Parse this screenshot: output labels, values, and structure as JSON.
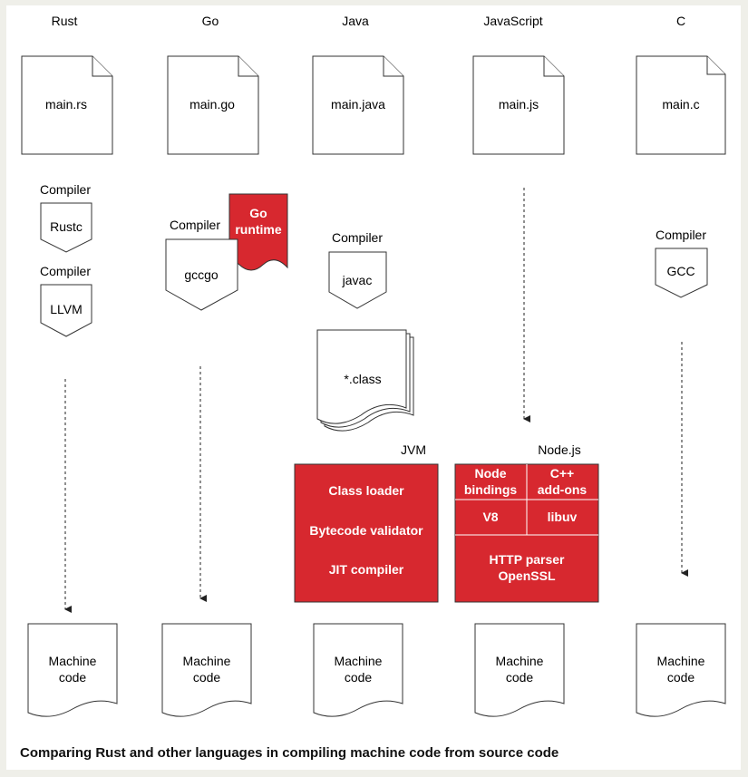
{
  "languages": {
    "rust": "Rust",
    "go": "Go",
    "java": "Java",
    "javascript": "JavaScript",
    "c": "C"
  },
  "source_files": {
    "rust": "main.rs",
    "go": "main.go",
    "java": "main.java",
    "javascript": "main.js",
    "c": "main.c"
  },
  "compiler_label": "Compiler",
  "compilers": {
    "rustc": "Rustc",
    "llvm": "LLVM",
    "gccgo": "gccgo",
    "javac": "javac",
    "gcc": "GCC"
  },
  "go_runtime": [
    "Go",
    "runtime"
  ],
  "class_files": "*.class",
  "jvm": {
    "title": "JVM",
    "components": [
      "Class loader",
      "Bytecode validator",
      "JIT compiler"
    ]
  },
  "nodejs": {
    "title": "Node.js",
    "node_bindings": [
      "Node",
      "bindings"
    ],
    "cpp_addons": [
      "C++",
      "add-ons"
    ],
    "v8": "V8",
    "libuv": "libuv",
    "http_parser": [
      "HTTP parser",
      "OpenSSL"
    ]
  },
  "machine_code": [
    "Machine",
    "code"
  ],
  "caption": "Comparing Rust and other languages in compiling machine code from source code",
  "colors": {
    "runtime_red": "#d7282f",
    "outline": "#333333",
    "background": "#efefe9"
  }
}
